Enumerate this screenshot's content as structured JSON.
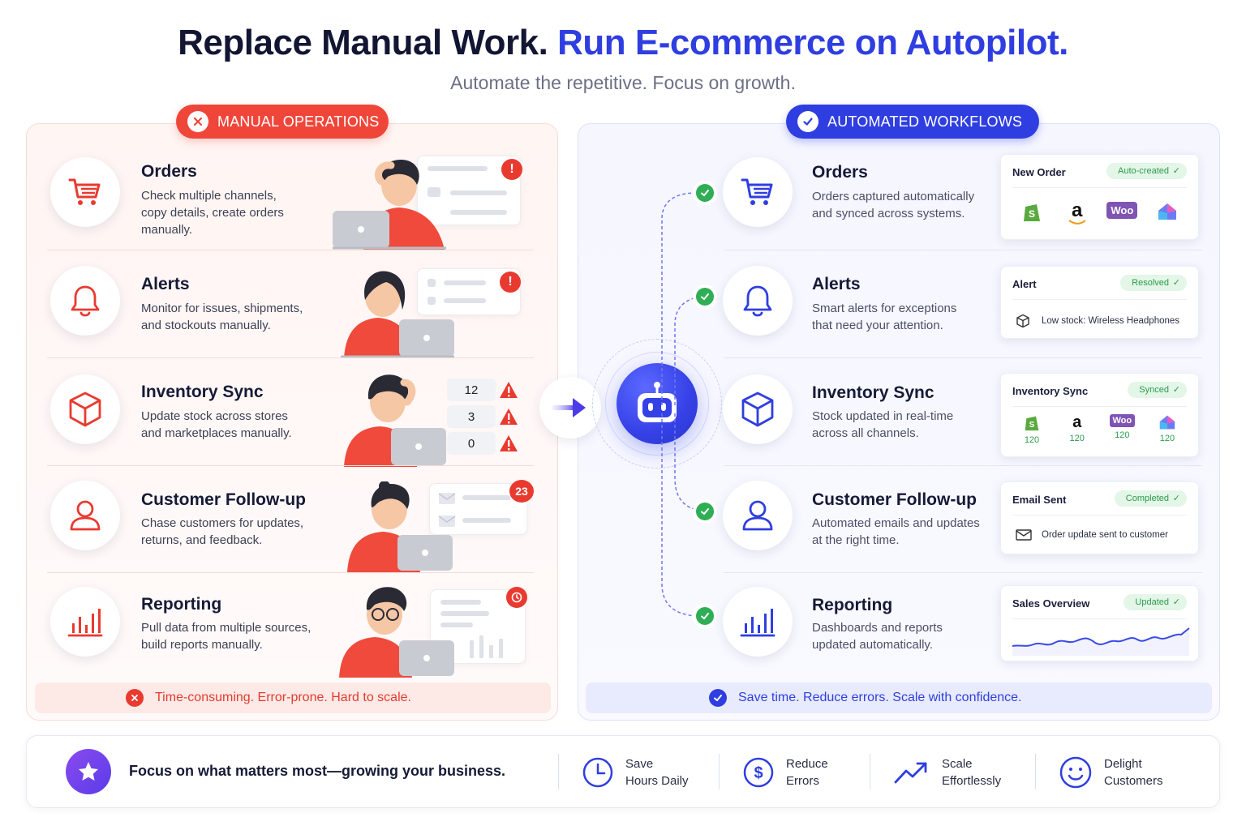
{
  "header": {
    "title_part1": "Replace Manual Work.",
    "title_part2": "Run E-commerce on Autopilot.",
    "subtitle": "Automate the repetitive. Focus on growth."
  },
  "manual": {
    "badge": "MANUAL OPERATIONS",
    "rows": [
      {
        "title": "Orders",
        "desc_l1": "Check multiple channels,",
        "desc_l2": "copy details, create orders",
        "desc_l3": "manually.",
        "icon": "cart-icon"
      },
      {
        "title": "Alerts",
        "desc_l1": "Monitor for issues, shipments,",
        "desc_l2": "and stockouts manually.",
        "icon": "bell-icon"
      },
      {
        "title": "Inventory Sync",
        "desc_l1": "Update stock across stores",
        "desc_l2": "and marketplaces manually.",
        "icon": "box-icon"
      },
      {
        "title": "Customer Follow-up",
        "desc_l1": "Chase customers for updates,",
        "desc_l2": "returns, and feedback.",
        "icon": "user-icon"
      },
      {
        "title": "Reporting",
        "desc_l1": "Pull data from multiple sources,",
        "desc_l2": "build reports manually.",
        "icon": "bar-chart-icon"
      }
    ],
    "inventory_counts": [
      "12",
      "3",
      "0"
    ],
    "email_badge": "23",
    "footer_note": "Time-consuming. Error-prone. Hard to scale."
  },
  "automated": {
    "badge": "AUTOMATED WORKFLOWS",
    "rows": [
      {
        "title": "Orders",
        "desc_l1": "Orders captured automatically",
        "desc_l2": "and synced across systems."
      },
      {
        "title": "Alerts",
        "desc_l1": "Smart alerts for exceptions",
        "desc_l2": "that need your attention."
      },
      {
        "title": "Inventory Sync",
        "desc_l1": "Stock updated in real-time",
        "desc_l2": "across all channels."
      },
      {
        "title": "Customer Follow-up",
        "desc_l1": "Automated emails and updates",
        "desc_l2": "at the right time."
      },
      {
        "title": "Reporting",
        "desc_l1": "Dashboards and reports",
        "desc_l2": "updated automatically."
      }
    ],
    "cards": {
      "order": {
        "title": "New Order",
        "status": "Auto-created"
      },
      "alert": {
        "title": "Alert",
        "status": "Resolved",
        "line": "Low stock: Wireless Headphones"
      },
      "inventory": {
        "title": "Inventory Sync",
        "status": "Synced",
        "counts": [
          "120",
          "120",
          "120",
          "120"
        ]
      },
      "email": {
        "title": "Email Sent",
        "status": "Completed",
        "line": "Order update sent to customer"
      },
      "sales": {
        "title": "Sales Overview",
        "status": "Updated"
      }
    },
    "logos": {
      "amazon": "a",
      "woo": "Woo"
    },
    "footer_note": "Save time. Reduce errors. Scale with confidence."
  },
  "footer": {
    "focus": "Focus on what matters most—growing your business.",
    "benefits": [
      {
        "l1": "Save",
        "l2": "Hours Daily",
        "icon": "clock-icon"
      },
      {
        "l1": "Reduce",
        "l2": "Errors",
        "icon": "dollar-icon"
      },
      {
        "l1": "Scale",
        "l2": "Effortlessly",
        "icon": "trend-up-icon"
      },
      {
        "l1": "Delight",
        "l2": "Customers",
        "icon": "smile-icon"
      }
    ]
  },
  "colors": {
    "red": "#e93a30",
    "blue": "#2f3ee0",
    "green": "#2fae56"
  }
}
